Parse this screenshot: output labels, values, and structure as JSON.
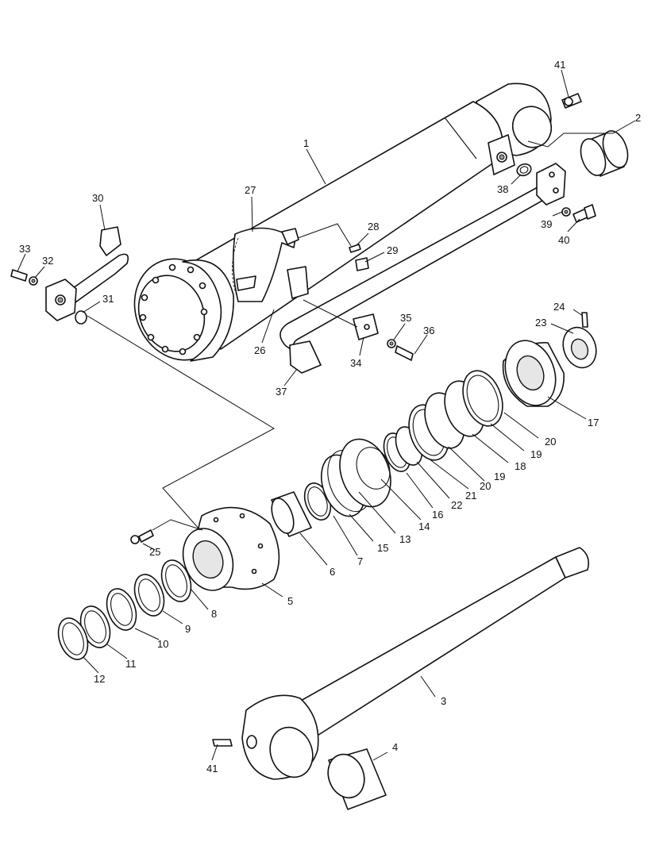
{
  "callouts": {
    "c1": "1",
    "c2": "2",
    "c3": "3",
    "c4": "4",
    "c5": "5",
    "c6": "6",
    "c7": "7",
    "c8": "8",
    "c9": "9",
    "c10": "10",
    "c11": "11",
    "c12": "12",
    "c13": "13",
    "c14": "14",
    "c15": "15",
    "c16": "16",
    "c17": "17",
    "c18": "18",
    "c19a": "19",
    "c19b": "19",
    "c20a": "20",
    "c20b": "20",
    "c21": "21",
    "c22": "22",
    "c23": "23",
    "c24": "24",
    "c25": "25",
    "c26": "26",
    "c27": "27",
    "c28": "28",
    "c29": "29",
    "c30": "30",
    "c31": "31",
    "c32": "32",
    "c33": "33",
    "c34": "34",
    "c35": "35",
    "c36": "36",
    "c37": "37",
    "c38": "38",
    "c39": "39",
    "c40": "40",
    "c41a": "41",
    "c41b": "41"
  }
}
